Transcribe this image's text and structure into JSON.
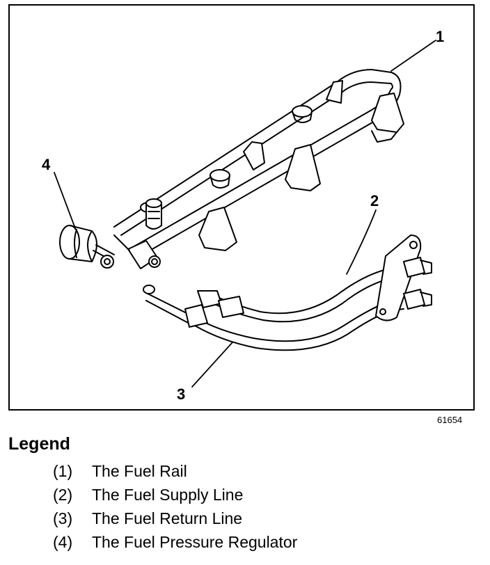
{
  "figure": {
    "id_label": "61654",
    "callouts": [
      {
        "number": "1"
      },
      {
        "number": "2"
      },
      {
        "number": "3"
      },
      {
        "number": "4"
      }
    ]
  },
  "legend": {
    "title": "Legend",
    "items": [
      {
        "number": "(1)",
        "label": "The Fuel Rail"
      },
      {
        "number": "(2)",
        "label": "The Fuel Supply Line"
      },
      {
        "number": "(3)",
        "label": "The Fuel Return Line"
      },
      {
        "number": "(4)",
        "label": "The Fuel Pressure Regulator"
      }
    ]
  }
}
